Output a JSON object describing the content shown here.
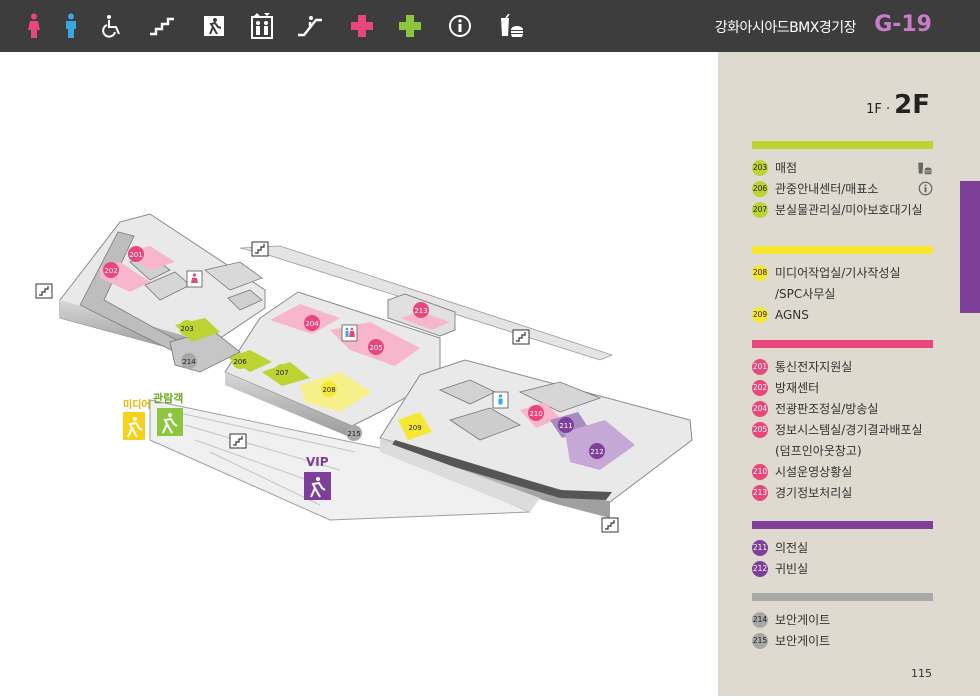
{
  "header": {
    "icons": [
      {
        "name": "female-restroom-icon",
        "color": "#e8467c"
      },
      {
        "name": "male-restroom-icon",
        "color": "#3aa7e0"
      },
      {
        "name": "wheelchair-icon",
        "color": "#ffffff"
      },
      {
        "name": "stairs-icon",
        "color": "#ffffff"
      },
      {
        "name": "emergency-exit-icon",
        "color": "#ffffff"
      },
      {
        "name": "elevator-icon",
        "color": "#ffffff"
      },
      {
        "name": "escalator-icon",
        "color": "#ffffff"
      },
      {
        "name": "first-aid-pink-icon",
        "color": "#e8467c"
      },
      {
        "name": "first-aid-green-icon",
        "color": "#8cc63f"
      },
      {
        "name": "information-icon",
        "color": "#ffffff"
      },
      {
        "name": "food-drink-icon",
        "color": "#ffffff"
      }
    ],
    "venue_name": "강화아시아드BMX경기장",
    "venue_code": "G-19"
  },
  "floor": {
    "floor_1": "1F ·",
    "floor_2": "2F"
  },
  "colors": {
    "green": "#bcd432",
    "yellow": "#f6e830",
    "pink": "#e8467c",
    "purple": "#7d3f98",
    "gray": "#a8a8a8"
  },
  "legend": {
    "green": [
      {
        "num": "203",
        "label": "매점",
        "icon": "food-drink-icon"
      },
      {
        "num": "206",
        "label": "관중안내센터/매표소",
        "icon": "information-icon"
      },
      {
        "num": "207",
        "label": "분실물관리실/미아보호대기실"
      }
    ],
    "yellow": [
      {
        "num": "208",
        "label": "미디어작업실/기사작성실"
      },
      {
        "num": "",
        "label": "/SPC사무실"
      },
      {
        "num": "209",
        "label": "AGNS"
      }
    ],
    "pink": [
      {
        "num": "201",
        "label": "통신전자지원실"
      },
      {
        "num": "202",
        "label": "방재센터"
      },
      {
        "num": "204",
        "label": "전광판조정실/방송실"
      },
      {
        "num": "205",
        "label": "정보시스템실/경기결과배포실"
      },
      {
        "num": "",
        "label": "(덤프인아웃창고)"
      },
      {
        "num": "210",
        "label": "시설운영상황실"
      },
      {
        "num": "213",
        "label": "경기정보처리실"
      }
    ],
    "purple": [
      {
        "num": "211",
        "label": "의전실"
      },
      {
        "num": "212",
        "label": "귀빈실"
      }
    ],
    "gray": [
      {
        "num": "214",
        "label": "보안게이트"
      },
      {
        "num": "215",
        "label": "보안게이트"
      }
    ]
  },
  "map": {
    "rooms": {
      "r201": "201",
      "r202": "202",
      "r203": "203",
      "r204": "204",
      "r205": "205",
      "r206": "206",
      "r207": "207",
      "r208": "208",
      "r209": "209",
      "r210": "210",
      "r211": "211",
      "r212": "212",
      "r213": "213",
      "r214": "214",
      "r215": "215"
    },
    "labels": {
      "media": "미디어",
      "spectator": "관람객",
      "vip": "VIP"
    }
  },
  "page_number": "115"
}
